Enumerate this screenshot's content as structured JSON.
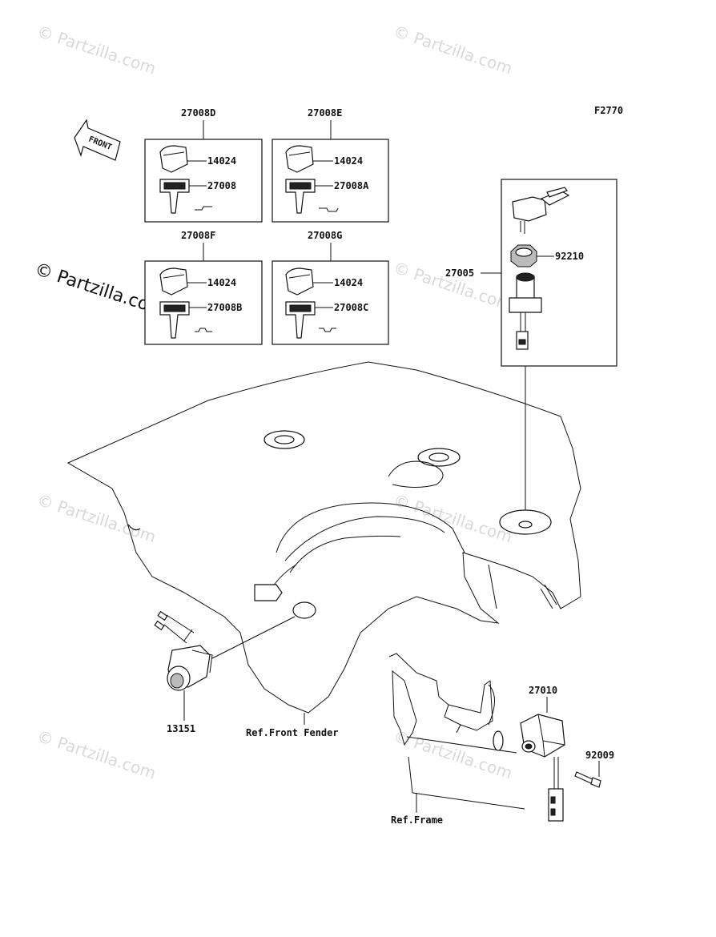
{
  "figure_code": "F2770",
  "front_label": "FRONT",
  "watermark": "© Partzilla.com",
  "key_sets": [
    {
      "set": "27008D",
      "cover": "14024",
      "key": "27008"
    },
    {
      "set": "27008E",
      "cover": "14024",
      "key": "27008A"
    },
    {
      "set": "27008F",
      "cover": "14024",
      "key": "27008B"
    },
    {
      "set": "27008G",
      "cover": "14024",
      "key": "27008C"
    }
  ],
  "parts": {
    "switch_assy": "27005",
    "nut": "92210",
    "switch_27010": "27010",
    "bolt": "92009",
    "socket": "13151"
  },
  "refs": {
    "front_fender": "Ref.Front Fender",
    "frame": "Ref.Frame"
  }
}
